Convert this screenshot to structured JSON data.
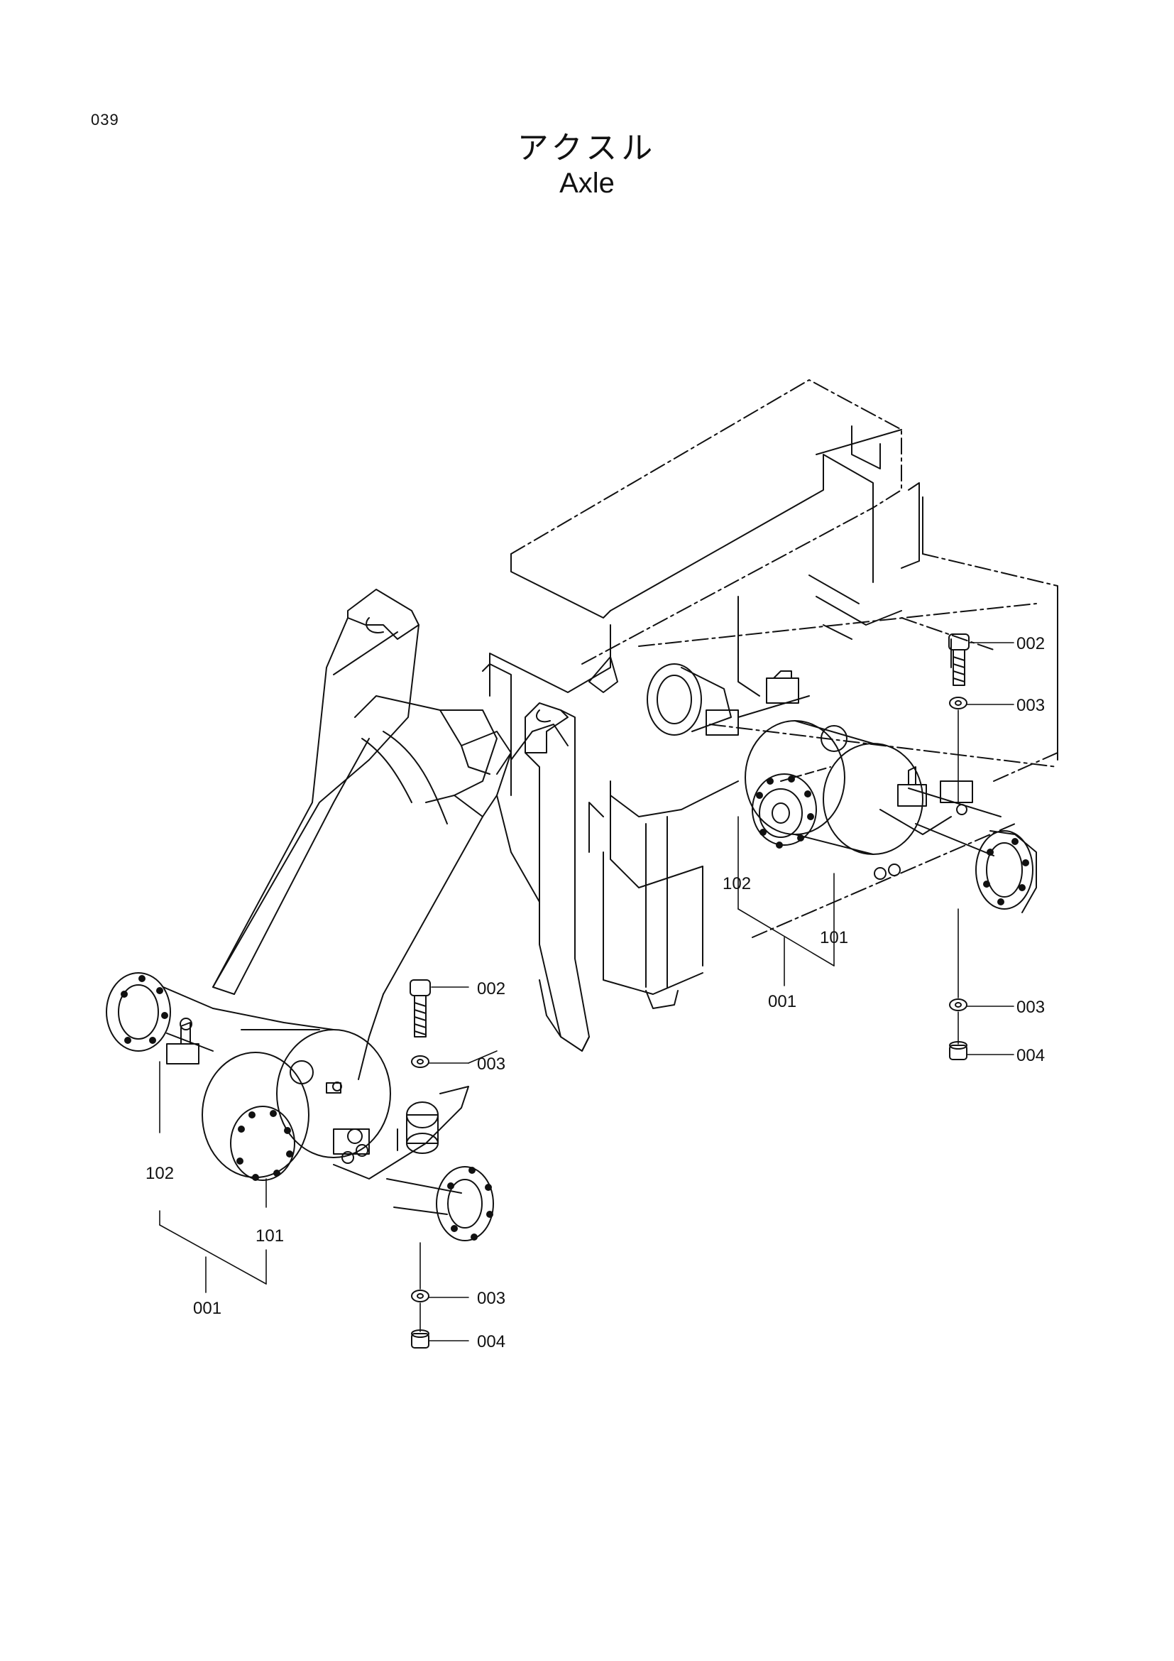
{
  "page_number": "039",
  "title_ja": "アクスル",
  "title_en": "Axle",
  "labels": {
    "right_002": "002",
    "right_003_top": "003",
    "right_102": "102",
    "right_101": "101",
    "right_001": "001",
    "right_003_bottom": "003",
    "right_004": "004",
    "left_002": "002",
    "left_003_top": "003",
    "left_102": "102",
    "left_101": "101",
    "left_001": "001",
    "left_003_bottom": "003",
    "left_004": "004"
  }
}
